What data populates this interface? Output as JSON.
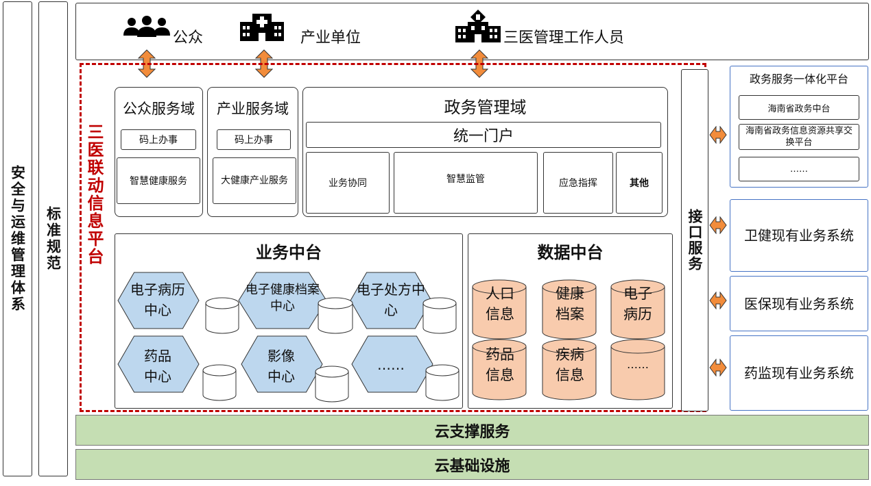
{
  "left_columns": {
    "security": "安全与运维管理体系",
    "standards": "标准规范"
  },
  "users": {
    "public": "公众",
    "industry": "产业单位",
    "staff": "三医管理工作人员"
  },
  "platform_title": "三医联动信息平台",
  "public_domain": {
    "title": "公众服务域",
    "item1": "码上办事",
    "item2": "智慧健康服务"
  },
  "industry_domain": {
    "title": "产业服务域",
    "item1": "码上办事",
    "item2": "大健康产业服务"
  },
  "gov_domain": {
    "title": "政务管理域",
    "portal": "统一门户",
    "modules": [
      "业务协同",
      "智慧监管",
      "应急指挥",
      "其他"
    ]
  },
  "business_platform": {
    "title": "业务中台",
    "centers": [
      "电子病历中心",
      "电子健康档案中心",
      "电子处方中心",
      "药品中心",
      "影像中心",
      "……"
    ]
  },
  "data_platform": {
    "title": "数据中台",
    "stores": [
      "人口信息",
      "健康档案",
      "电子病历",
      "药品信息",
      "疾病信息",
      "……"
    ]
  },
  "interface": "接口服务",
  "gov_platform": {
    "title": "政务服务一体化平台",
    "items": [
      "海南省政务中台",
      "海南省政务信息资源共享交换平台",
      "……"
    ]
  },
  "systems": [
    "卫健现有业务系统",
    "医保现有业务系统",
    "药监现有业务系统"
  ],
  "bottom": {
    "cloud_support": "云支撑服务",
    "cloud_infra": "云基础设施"
  },
  "colors": {
    "platform_red": "#c00000",
    "arrow_orange": "#f28c3b",
    "hex_blue": "#bdd7ee",
    "cyl_orange": "#f8cbad",
    "cloud_green": "#c5deb3",
    "border_blue": "#4472c4"
  }
}
